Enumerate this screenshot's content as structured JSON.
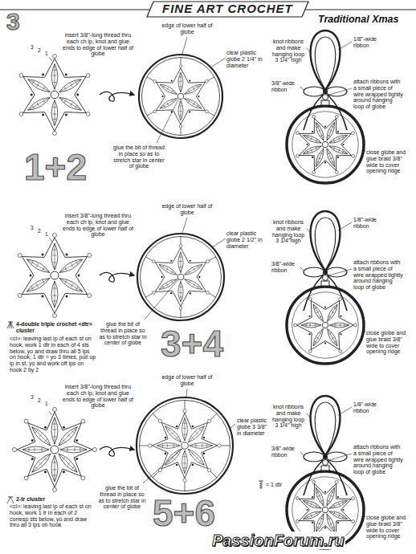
{
  "diagram": {
    "title": "Traditional Xmas",
    "nodes": [
      {
        "text": [
          "FINE ART CROCHET"
        ]
      }
    ],
    "labels": [
      "3",
      "3",
      "2",
      "1",
      "insert 3/8\"-long thread thru each ch lp, knot and glue ends to edge of lower half of globe",
      "edge of lower half of globe",
      "clear plastic globe 2 1/4\" in diameter",
      "glue the bit of thread in place so as to stretch star in center of globe",
      "knot ribbons and make hanging loop 3 1/4\" high",
      "1/8\"-wide ribbon",
      "3/8\"-wide ribbon",
      "attach ribbons with a small piece of wire wrapped tightly around hanging loop of globe",
      "close globe and glue braid 3/8\" wide to cover opening ridge",
      "1+2",
      "3",
      "2",
      "1",
      "insert 3/8\"-long thread thru each ch lp, knot and glue ends to edge of lower half of globe",
      "edge of lower half of globe",
      "clear plastic globe 2 1/2\" in diameter",
      "glue the bit of thread in place so as to stretch star in center of globe",
      "4-double triple crochet <dtr> cluster",
      "<cl>: leaving last lp of each st on hook, work 1 dtr in each of 4 sts below, yo and draw thru all 5 lps on hook; 1 dtr = yo 3 times, pull up lp in st, yo and work off lps on hook 2 by 2",
      "knot ribbons and make hanging loop 3 1/4\"high",
      "1/8\"-wide ribbon",
      "3/8\"-wide ribbon",
      "attach ribbons with a small piece of wire wrapped tightly around hanging loop of globe",
      "close globe and glue braid 3/8\" wide to cover opening ridge",
      "3+4",
      "3",
      "2",
      "1",
      "insert 3/8\"-long thread thru each ch lp, knot and glue ends to edge of lower half of globe",
      "edge of lower half of globe",
      "clear plastic globe 3 3/8\" in diameter",
      "glue the bit of thread in place so as to stretch star in center of globe",
      "2-tr cluster",
      "<cl>: leaving last lp of each st on hook, work 1 tr in each of 2 corresp sts below, yo and draw thru all 3 lps on hook",
      "= 1 dtr",
      "knot ribbons and make hanging loop 3 1/4\" high",
      "1/8\"-wide ribbon",
      "3/8\"-wide ribbon",
      "attach ribbons with a small piece of wire wrapped tightly around hanging loop of globe",
      "close globe and glue braid 3/8\" wide to cover opening ridge",
      "5+6",
      "PassionForum.ru"
    ]
  }
}
